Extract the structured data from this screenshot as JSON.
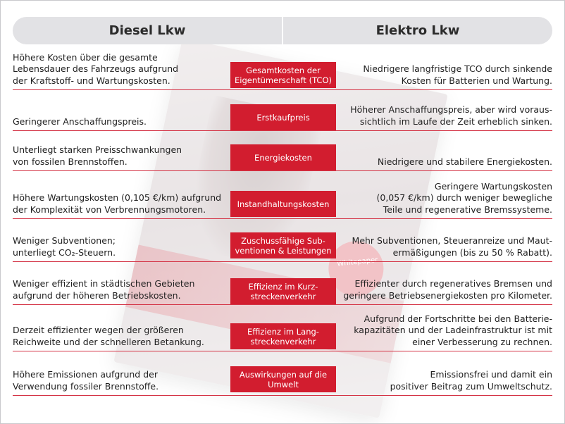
{
  "header": {
    "left_title": "Diesel Lkw",
    "right_title": "Elektro Lkw"
  },
  "colors": {
    "accent": "#d21d2f",
    "header_bg": "#e2e2e5",
    "line": "#d43345"
  },
  "background_book": {
    "badge_text": "Whitepaper"
  },
  "rows": [
    {
      "criterion": "Gesamtkosten der Eigentümerschaft (TCO)",
      "diesel": [
        "Höhere Kosten über die gesamte",
        "Lebensdauer des Fahrzeugs aufgrund",
        "der Kraftstoff- und Wartungskosten."
      ],
      "electric": [
        "Niedrigere langfristige TCO durch sinkende",
        "Kosten für Batterien und Wartung."
      ]
    },
    {
      "criterion": "Erstkaufpreis",
      "diesel": [
        "Geringerer Anschaffungspreis."
      ],
      "electric": [
        "Höherer Anschaffungspreis, aber wird voraus-",
        "sichtlich im Laufe der Zeit erheblich sinken."
      ]
    },
    {
      "criterion": "Energiekosten",
      "diesel": [
        "Unterliegt starken Preisschwankungen",
        "von fossilen Brennstoffen."
      ],
      "electric": [
        "Niedrigere und stabilere Energiekosten."
      ]
    },
    {
      "criterion": "Instandhaltungskosten",
      "diesel": [
        "Höhere Wartungskosten (0,105 €/km) aufgrund",
        "der Komplexität von Verbrennungsmotoren."
      ],
      "electric": [
        "Geringere Wartungskosten",
        "(0,057 €/km) durch weniger bewegliche",
        "Teile und regenerative Bremssysteme."
      ]
    },
    {
      "criterion": "Zuschussfähige Sub-ventionen & Leistungen",
      "diesel": [
        "Weniger Subventionen;",
        "unterliegt CO₂-Steuern."
      ],
      "electric": [
        "Mehr Subventionen, Steueranreize und Maut-",
        "ermäßigungen (bis zu 50 % Rabatt)."
      ]
    },
    {
      "criterion": "Effizienz im Kurz-streckenverkehr",
      "diesel": [
        "Weniger effizient in städtischen Gebieten",
        "aufgrund der höheren Betriebskosten."
      ],
      "electric": [
        "Effizienter durch regeneratives Bremsen und",
        "geringere Betriebsenergiekosten pro Kilometer."
      ]
    },
    {
      "criterion": "Effizienz im Lang-streckenverkehr",
      "diesel": [
        "Derzeit effizienter wegen der größeren",
        "Reichweite und der schnelleren Betankung."
      ],
      "electric": [
        "Aufgrund der Fortschritte bei den Batterie-",
        "kapazitäten und der Ladeinfrastruktur ist mit",
        "einer Verbesserung zu rechnen."
      ]
    },
    {
      "criterion": "Auswirkungen auf die Umwelt",
      "diesel": [
        "Höhere Emissionen aufgrund der",
        "Verwendung fossiler Brennstoffe."
      ],
      "electric": [
        "Emissionsfrei und damit ein",
        "positiver Beitrag zum Umweltschutz."
      ]
    }
  ]
}
